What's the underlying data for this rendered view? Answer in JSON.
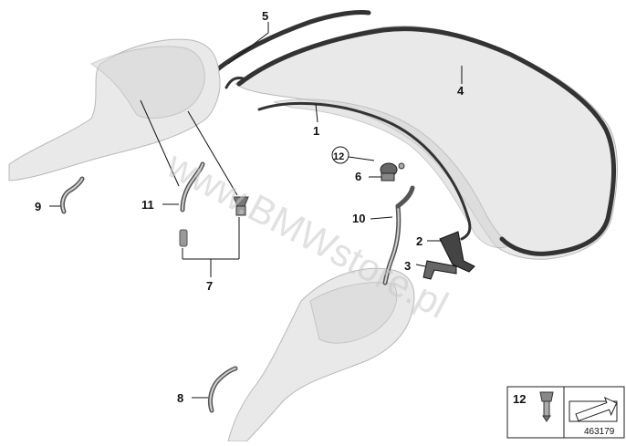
{
  "watermark": "www.BMWstore.pl",
  "diagram_id": "463179",
  "legend": {
    "part_number": "12"
  },
  "callouts": [
    {
      "id": "c1",
      "text": "1"
    },
    {
      "id": "c2",
      "text": "2"
    },
    {
      "id": "c3",
      "text": "3"
    },
    {
      "id": "c4",
      "text": "4"
    },
    {
      "id": "c5",
      "text": "5"
    },
    {
      "id": "c6",
      "text": "6"
    },
    {
      "id": "c7",
      "text": "7"
    },
    {
      "id": "c8",
      "text": "8"
    },
    {
      "id": "c9",
      "text": "9"
    },
    {
      "id": "c10",
      "text": "10"
    },
    {
      "id": "c11",
      "text": "11"
    },
    {
      "id": "c12",
      "text": "12"
    }
  ]
}
